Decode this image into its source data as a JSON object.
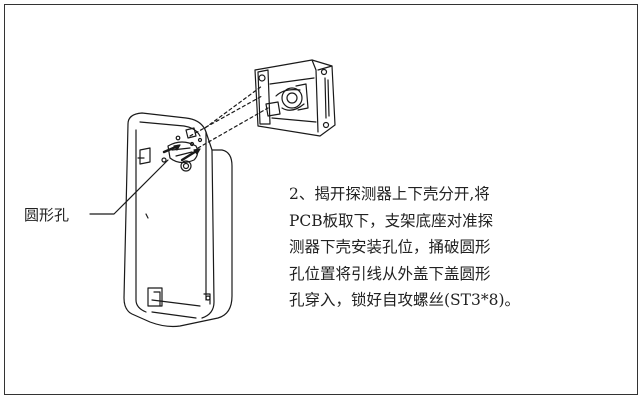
{
  "callout": {
    "label": "圆形孔"
  },
  "instructions": {
    "lines": [
      "2、揭开探测器上下壳分开,将",
      "PCB板取下，支架底座对准探",
      "测器下壳安装孔位，捅破圆形",
      "孔位置将引线从外盖下盖圆形",
      "孔穿入，锁好自攻螺丝(ST3*8)。"
    ]
  }
}
